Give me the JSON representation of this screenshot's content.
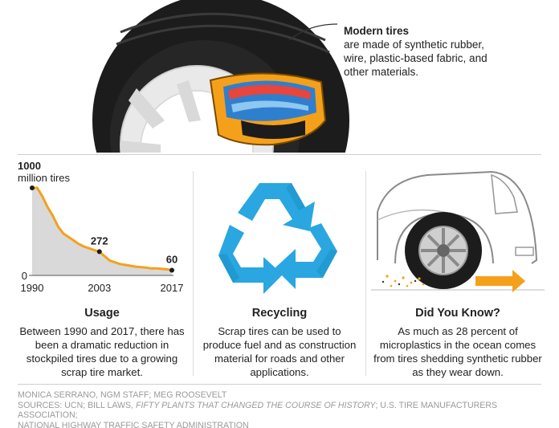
{
  "tire": {
    "caption_title": "Modern tires",
    "caption_body": "are made of synthetic rubber, wire, plastic-based fabric, and other materials."
  },
  "colors": {
    "line": "#f5a01a",
    "area": "#d9d9d9",
    "recycle": "#2aa6e0",
    "arrow": "#f5a01a",
    "tire": "#1c1c1c",
    "source": "#9a9a9a"
  },
  "chart_data": {
    "type": "area",
    "ylabel_value": "1000",
    "ylabel_unit": "million tires",
    "ylim": [
      0,
      1000
    ],
    "xlim": [
      1990,
      2017
    ],
    "x_ticks": [
      "1990",
      "2003",
      "2017"
    ],
    "y_ticks": [
      "0"
    ],
    "x": [
      1990,
      1991,
      1992,
      1993,
      1994,
      1995,
      1996,
      1997,
      1998,
      1999,
      2000,
      2001,
      2002,
      2003,
      2004,
      2005,
      2006,
      2007,
      2008,
      2009,
      2010,
      2011,
      2012,
      2013,
      2014,
      2015,
      2016,
      2017
    ],
    "y": [
      1000,
      1000,
      900,
      780,
      680,
      560,
      480,
      440,
      400,
      360,
      330,
      310,
      290,
      272,
      220,
      170,
      150,
      130,
      120,
      110,
      100,
      95,
      90,
      80,
      80,
      75,
      70,
      60
    ],
    "annotations": [
      {
        "x": 2003,
        "y": 272,
        "label": "272"
      },
      {
        "x": 2017,
        "y": 60,
        "label": "60"
      }
    ],
    "grid": false
  },
  "panels": {
    "usage": {
      "title": "Usage",
      "body": "Between 1990 and 2017, there has been a dramatic reduction in stockpiled tires due to a growing scrap tire market."
    },
    "recycling": {
      "title": "Recycling",
      "body": "Scrap tires can be used to produce fuel and as construction material for roads and other applications."
    },
    "didyouknow": {
      "title": "Did You Know?",
      "body": "As much as 28 percent of microplastics in the ocean comes from tires shedding synthetic rubber as they wear down."
    }
  },
  "source": {
    "line1": "MONICA SERRANO, NGM STAFF; MEG ROOSEVELT",
    "line2_pre": "SOURCES: UCN; BILL LAWS, ",
    "line2_italic": "FIFTY PLANTS THAT CHANGED THE COURSE OF HISTORY",
    "line2_post": "; U.S. TIRE MANUFACTURERS ASSOCIATION;",
    "line3": "NATIONAL HIGHWAY TRAFFIC SAFETY ADMINISTRATION"
  }
}
